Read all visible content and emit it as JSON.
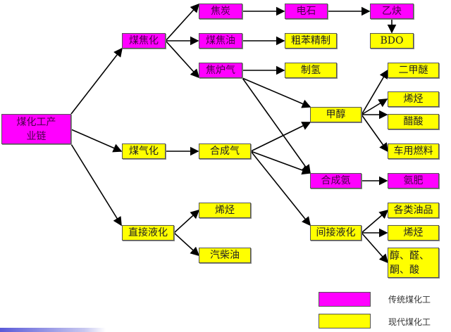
{
  "colors": {
    "traditional": "#ff00ff",
    "modern": "#ffff00"
  },
  "nodes": {
    "root": "煤化工产业链",
    "coking": "煤焦化",
    "coke": "焦炭",
    "carbide": "电石",
    "acetylene": "乙炔",
    "bdo": "BDO",
    "coal_tar": "煤焦油",
    "benzene": "粗苯精制",
    "coke_gas": "焦炉气",
    "hydrogen": "制氢",
    "gasification": "煤气化",
    "syngas": "合成气",
    "methanol": "甲醇",
    "dme": "二甲醚",
    "olefin1": "烯烃",
    "acetic": "醋酸",
    "fuel": "车用燃料",
    "ammonia": "合成氨",
    "fertilizer": "氨肥",
    "direct": "直接液化",
    "olefin2": "烯烃",
    "diesel": "汽柴油",
    "indirect": "间接液化",
    "oils": "各类油品",
    "olefin3": "烯烃",
    "alcohols": "醇、醛、酮、酸"
  },
  "legend": {
    "traditional": "传统煤化工",
    "modern": "现代煤化工"
  }
}
